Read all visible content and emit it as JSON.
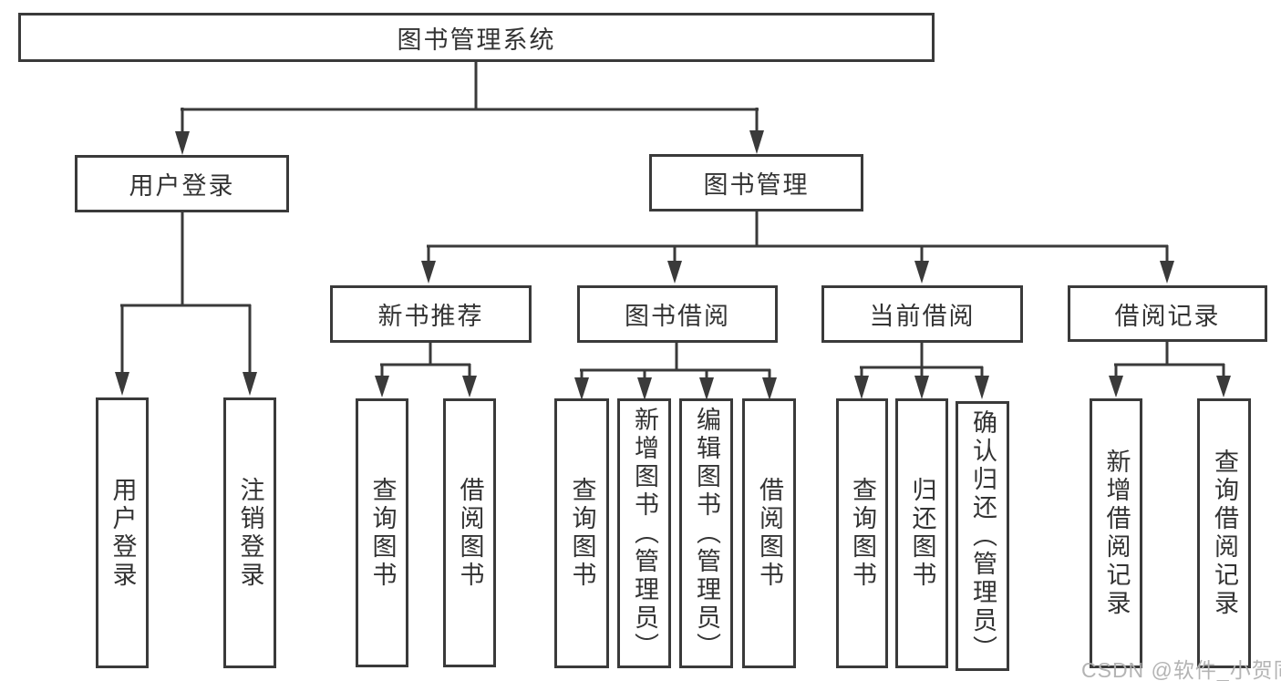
{
  "diagram": {
    "title": "图书管理系统",
    "nodes": {
      "root": "图书管理系统",
      "user_login": "用户登录",
      "book_management": "图书管理",
      "new_book_recommend": "新书推荐",
      "book_borrowing": "图书借阅",
      "current_borrowing": "当前借阅",
      "borrowing_records": "借阅记录"
    },
    "leaves": {
      "user_login_group": {
        "login": "用户登录",
        "logout": "注销登录"
      },
      "new_book_recommend_group": {
        "query_books": "查询图书",
        "borrow_books": "借阅图书"
      },
      "book_borrowing_group": {
        "query_books": "查询图书",
        "add_books_admin": "新增图书（管理员）",
        "edit_books_admin": "编辑图书（管理员）",
        "borrow_books": "借阅图书"
      },
      "current_borrowing_group": {
        "query_books": "查询图书",
        "return_books": "归还图书",
        "confirm_return_admin": "确认归还（管理员）"
      },
      "borrowing_records_group": {
        "add_record": "新增借阅记录",
        "query_record": "查询借阅记录"
      }
    },
    "colors": {
      "line": "#3a3a3a",
      "text": "#333333",
      "background": "#ffffff",
      "watermark": "#b0b0b0"
    }
  },
  "watermark": "CSDN @软件_小贺同学"
}
